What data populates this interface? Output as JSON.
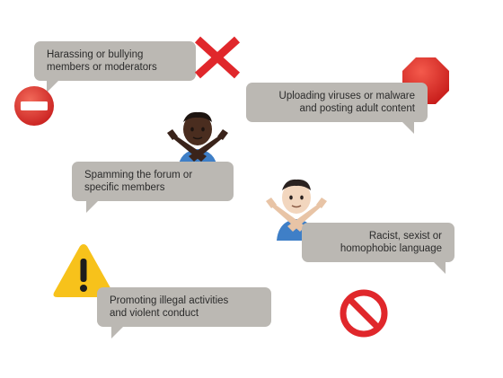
{
  "bubbles": [
    {
      "text": "Harassing or bullying\nmembers or moderators"
    },
    {
      "text": "Uploading viruses or malware\nand posting adult content"
    },
    {
      "text": "Spamming the forum or\nspecific members"
    },
    {
      "text": "Racist, sexist or\nhomophobic language"
    },
    {
      "text": "Promoting illegal activities\nand violent conduct"
    }
  ],
  "icons": [
    {
      "name": "red-cross-mark-icon"
    },
    {
      "name": "no-entry-icon"
    },
    {
      "name": "stop-sign-icon"
    },
    {
      "name": "person-gesturing-no-icon"
    },
    {
      "name": "person-gesturing-no-icon"
    },
    {
      "name": "warning-icon"
    },
    {
      "name": "prohibited-icon"
    }
  ],
  "colors": {
    "bubble": "#bbb8b3",
    "text": "#2b2b2b",
    "red": "#e0272b",
    "warning": "#f7c21b"
  }
}
